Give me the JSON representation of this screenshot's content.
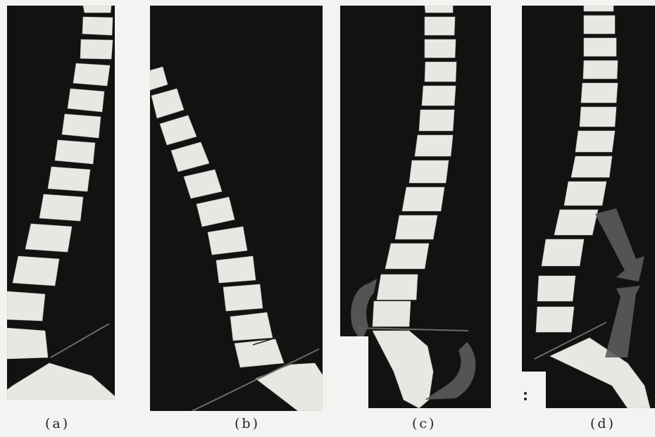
{
  "figure": {
    "panels": [
      {
        "id": "a",
        "caption": "(a)"
      },
      {
        "id": "b",
        "caption": "(b)"
      },
      {
        "id": "c",
        "caption": "(c)"
      },
      {
        "id": "d",
        "caption": "(d)"
      }
    ],
    "colors": {
      "background": "#f3f3f1",
      "panel": "#121212",
      "vertebra": "#e8e8e3",
      "arrow": "#5c5c5c"
    }
  }
}
